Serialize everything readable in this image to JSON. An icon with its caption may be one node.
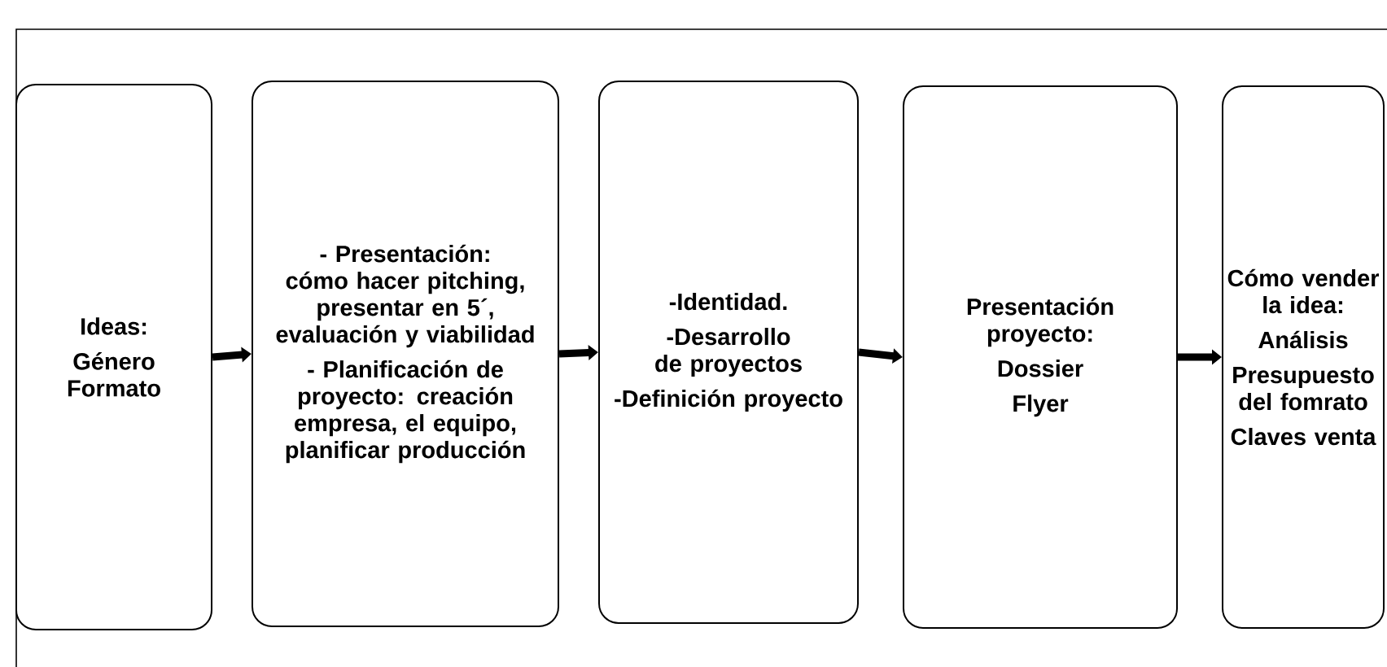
{
  "diagram": {
    "nodes": [
      {
        "text": [
          "Ideas:",
          "Género Formato"
        ]
      },
      {
        "text": [
          "- Presentación: cómo hacer pitching, presentar en 5´, evaluación y viabilidad",
          "- Planificación de proyecto: creación empresa, el equipo, planificar producción"
        ]
      },
      {
        "text": [
          "-Identidad.",
          "-Desarrollo de proyectos",
          "-Definición proyecto"
        ]
      },
      {
        "text": [
          "Presentación proyecto:",
          "Dossier",
          "Flyer"
        ]
      },
      {
        "text": [
          "Cómo vender la idea:",
          "Análisis",
          "Presupuesto del fomrato",
          "Claves venta"
        ]
      }
    ],
    "edges": [
      {
        "from": 0,
        "to": 1,
        "arrow": "to"
      },
      {
        "from": 1,
        "to": 2,
        "arrow": "to"
      },
      {
        "from": 2,
        "to": 3,
        "arrow": "to"
      },
      {
        "from": 3,
        "to": 4,
        "arrow": "to"
      }
    ]
  }
}
